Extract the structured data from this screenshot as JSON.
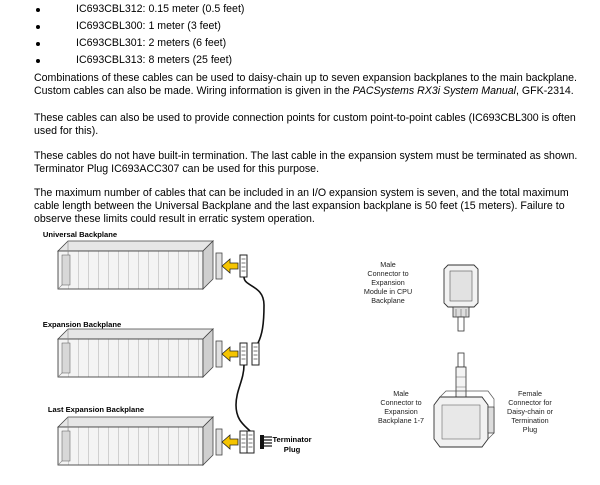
{
  "cable_list": [
    "IC693CBL312: 0.15 meter (0.5 feet)",
    "IC693CBL300: 1 meter (3 feet)",
    "IC693CBL301: 2 meters (6 feet)",
    "IC693CBL313: 8 meters (25 feet)"
  ],
  "paragraphs": {
    "p1_a": "Combinations of these cables can be used to daisy-chain up to seven expansion backplanes to the main backplane. Custom cables can also be made. Wiring information is given in the ",
    "p1_manual": "PACSystems RX3i System Manual",
    "p1_b": ", GFK-2314.",
    "p2": "These cables can also be used to provide connection points for custom point-to-point cables (IC693CBL300 is often used for this).",
    "p3": "These cables do not have built-in termination. The last cable in the expansion system must be terminated as shown. Terminator Plug IC693ACC307 can be used for this purpose.",
    "p4": "The maximum number of cables that can be included in an I/O expansion system is seven, and the total maximum cable length between the Universal Backplane and the last expansion backplane is 50 feet (15 meters).  Failure to observe these limits could result in erratic system operation."
  },
  "diagram": {
    "universal_backplane": "Universal Backplane",
    "expansion_backplane": "Expansion Backplane",
    "last_expansion_backplane": "Last Expansion Backplane",
    "terminator_plug_1": "Terminator",
    "terminator_plug_2": "Plug",
    "male_cpu": [
      "Male",
      "Connector to",
      "Expansion",
      "Module in CPU",
      "Backplane"
    ],
    "male_exp": [
      "Male",
      "Connector to",
      "Expansion",
      "Backplane 1-7"
    ],
    "female": [
      "Female",
      "Connector for",
      "Daisy-chain or",
      "Termination",
      "Plug"
    ],
    "arrow_color": "#f5c400"
  }
}
